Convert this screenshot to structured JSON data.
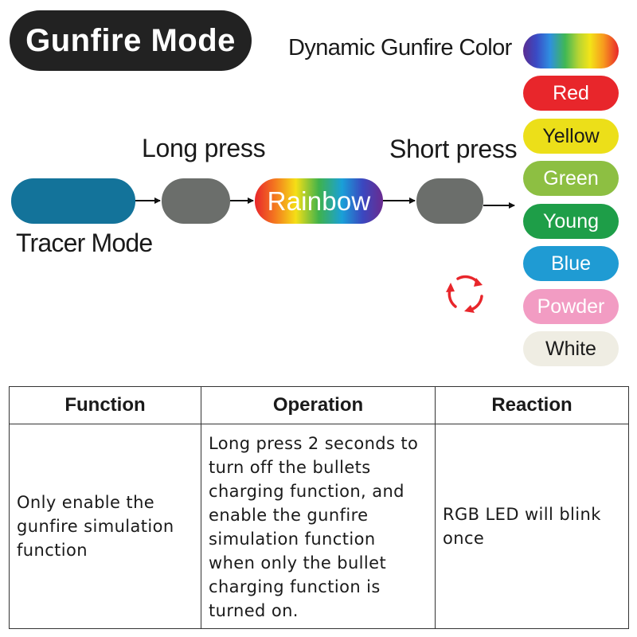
{
  "title": "Gunfire Mode",
  "dynamic_label": "Dynamic Gunfire Color",
  "long_press_label": "Long press",
  "short_press_label": "Short press",
  "tracer_label": "Tracer Mode",
  "rainbow_label": "Rainbow",
  "colors": [
    {
      "label": "Red",
      "bg": "#e8262b",
      "fg": "#ffffff"
    },
    {
      "label": "Yellow",
      "bg": "#ecdf19",
      "fg": "#1a1a1a"
    },
    {
      "label": "Green",
      "bg": "#8dbf42",
      "fg": "#ffffff"
    },
    {
      "label": "Young",
      "bg": "#1e9e48",
      "fg": "#ffffff"
    },
    {
      "label": "Blue",
      "bg": "#1f9bd3",
      "fg": "#ffffff"
    },
    {
      "label": "Powder",
      "bg": "#f29cc3",
      "fg": "#ffffff"
    },
    {
      "label": "White",
      "bg": "#efede3",
      "fg": "#1a1a1a"
    }
  ],
  "accent_colors": {
    "tracer": "#13739a",
    "gray_pill": "#6b6e6b",
    "cycle_icon": "#e8262b"
  },
  "table": {
    "headers": [
      "Function",
      "Operation",
      "Reaction"
    ],
    "rows": [
      {
        "function_lines": [
          "Only enable the",
          "gunfire simulation",
          "function"
        ],
        "operation_lines": [
          "Long press 2 seconds to",
          "turn off the bullets",
          "charging function, and",
          "enable the gunfire",
          "simulation function",
          "when only the bullet",
          "charging function is",
          "turned on."
        ],
        "reaction_lines": [
          "RGB LED will blink",
          "once"
        ]
      }
    ]
  }
}
